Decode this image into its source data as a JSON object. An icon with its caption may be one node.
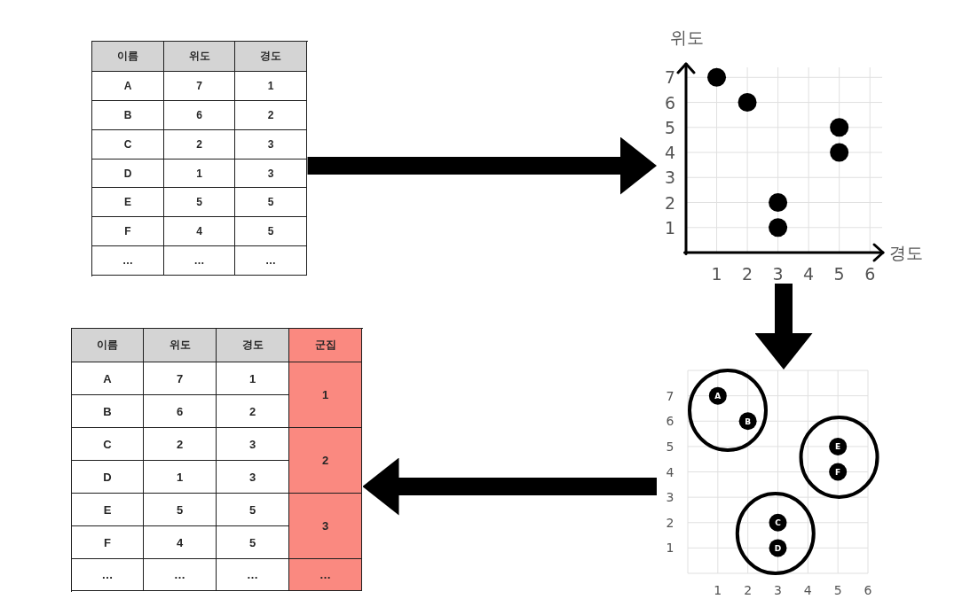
{
  "diagram": {
    "nodes": [
      {
        "text": [
          "이름",
          "위도",
          "경도",
          "A",
          "7",
          "1",
          "B",
          "6",
          "2",
          "C",
          "2",
          "3",
          "D",
          "1",
          "3",
          "E",
          "5",
          "5",
          "F",
          "4",
          "5",
          "…",
          "…",
          "…"
        ]
      },
      {
        "text": [],
        "shape": "chart"
      },
      {
        "text": [
          "이름",
          "위도",
          "경도",
          "군집",
          "A",
          "7",
          "1",
          "1",
          "B",
          "6",
          "2",
          "C",
          "2",
          "3",
          "2",
          "D",
          "1",
          "3",
          "E",
          "5",
          "5",
          "3",
          "F",
          "4",
          "5",
          "…",
          "…",
          "…",
          "…"
        ]
      },
      {
        "text": [],
        "shape": "chart"
      }
    ],
    "edges": [
      {
        "from": 0,
        "to": 1,
        "arrow": "to"
      },
      {
        "from": 1,
        "to": 3,
        "arrow": "to"
      },
      {
        "from": 3,
        "to": 2,
        "arrow": "to"
      }
    ],
    "chart_data": [
      {
        "type": "scatter",
        "xlabel": "경도",
        "ylabel": "위도",
        "x": [
          1,
          2,
          3,
          3,
          5,
          5
        ],
        "series": [
          {
            "color": "#000000",
            "values": [
              7,
              6,
              2,
              1,
              5,
              4
            ]
          }
        ],
        "xlim": [
          0,
          6.4
        ],
        "ylim": [
          0,
          7.4
        ],
        "xticks": [
          1,
          2,
          3,
          4,
          5,
          6
        ],
        "yticks": [
          1,
          2,
          3,
          4,
          5,
          6,
          7
        ],
        "grid": true
      },
      {
        "type": "scatter",
        "x": [
          1,
          2,
          3,
          3,
          5,
          5
        ],
        "series": [
          {
            "color": "#000000",
            "values": [
              7,
              6,
              2,
              1,
              5,
              4
            ]
          }
        ],
        "xlim": [
          0,
          6
        ],
        "ylim": [
          0,
          8
        ],
        "xticks": [
          1,
          2,
          3,
          4,
          5,
          6
        ],
        "yticks": [
          1,
          2,
          3,
          4,
          5,
          6,
          7
        ],
        "value_labels": [
          "A",
          "B",
          "C",
          "D",
          "E",
          "F"
        ],
        "grid": true
      }
    ]
  }
}
